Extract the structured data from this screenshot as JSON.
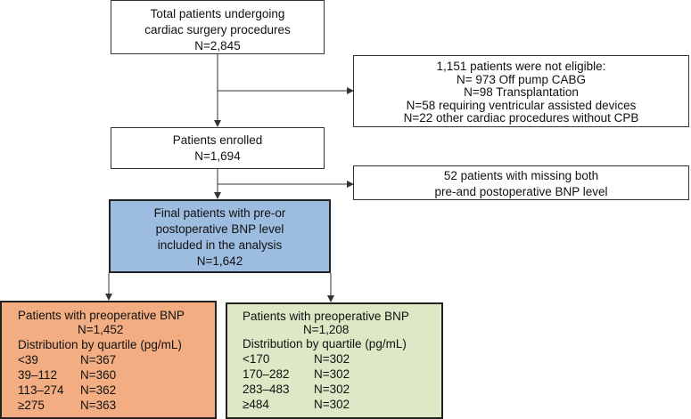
{
  "colors": {
    "final_fill": "#9dbde0",
    "orange_fill": "#f2ae82",
    "green_fill": "#dce8c6",
    "border": "#333333"
  },
  "total_box": {
    "lines": [
      "Total patients undergoing",
      "cardiac surgery procedures",
      "N=2,845"
    ]
  },
  "not_eligible_box": {
    "lines": [
      "1,151 patients were not eligible:",
      "N= 973 Off pump CABG",
      "N=98 Transplantation",
      "N=58 requiring ventricular assisted devices",
      "N=22 other cardiac procedures without CPB"
    ]
  },
  "enrolled_box": {
    "lines": [
      "Patients enrolled",
      "N=1,694"
    ]
  },
  "missing_box": {
    "lines": [
      "52 patients with missing both",
      "pre-and postoperative BNP level"
    ]
  },
  "final_box": {
    "lines": [
      "Final patients with pre-or",
      "postoperative BNP level",
      "included in the analysis",
      "N=1,642"
    ]
  },
  "preop_box": {
    "title": "Patients with preoperative BNP",
    "count": "N=1,452",
    "subtitle": "Distribution by quartile (pg/mL)",
    "rows": [
      {
        "range": "<39",
        "n": "N=367"
      },
      {
        "range": "39–112",
        "n": "N=360"
      },
      {
        "range": "113–274",
        "n": "N=362"
      },
      {
        "range": "≥275",
        "n": "N=363"
      }
    ]
  },
  "postop_box": {
    "title": "Patients with preoperative BNP",
    "count": "N=1,208",
    "subtitle": "Distribution by quartile (pg/mL)",
    "rows": [
      {
        "range": "<170",
        "n": "N=302"
      },
      {
        "range": "170–282",
        "n": "N=302"
      },
      {
        "range": "283–483",
        "n": "N=302"
      },
      {
        "range": "≥484",
        "n": "N=302"
      }
    ]
  }
}
